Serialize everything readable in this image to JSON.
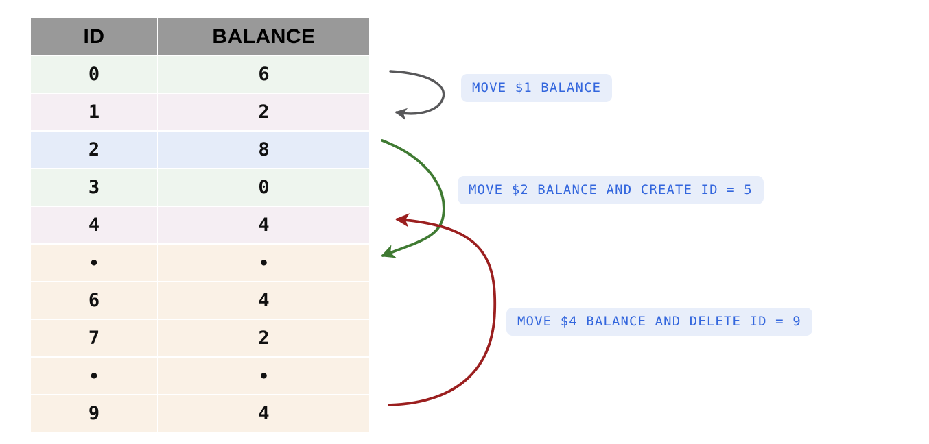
{
  "table": {
    "columns": [
      "ID",
      "BALANCE"
    ],
    "rows": [
      {
        "id": "0",
        "balance": "6",
        "tone": "tone-green"
      },
      {
        "id": "1",
        "balance": "2",
        "tone": "tone-pink"
      },
      {
        "id": "2",
        "balance": "8",
        "tone": "tone-blue"
      },
      {
        "id": "3",
        "balance": "0",
        "tone": "tone-green"
      },
      {
        "id": "4",
        "balance": "4",
        "tone": "tone-pink"
      },
      {
        "id": "•",
        "balance": "•",
        "tone": "tone-cream"
      },
      {
        "id": "6",
        "balance": "4",
        "tone": "tone-cream"
      },
      {
        "id": "7",
        "balance": "2",
        "tone": "tone-cream"
      },
      {
        "id": "•",
        "balance": "•",
        "tone": "tone-cream"
      },
      {
        "id": "9",
        "balance": "4",
        "tone": "tone-cream"
      }
    ]
  },
  "annotations": [
    {
      "key": "move_1",
      "label": "MOVE $1 BALANCE",
      "arrow_color": "#58585a"
    },
    {
      "key": "move_2",
      "label": "MOVE $2 BALANCE AND CREATE ID = 5",
      "arrow_color": "#3f7a32"
    },
    {
      "key": "move_4",
      "label": "MOVE $4 BALANCE AND DELETE ID = 9",
      "arrow_color": "#9b1f1f"
    }
  ],
  "colors": {
    "header_bg": "#999999",
    "row_green": "#eef5ee",
    "row_pink": "#f5eef3",
    "row_blue": "#e5ecf9",
    "row_cream": "#faf1e6",
    "pill_bg": "#e8eefa",
    "pill_text": "#3366dd",
    "arrow_gray": "#58585a",
    "arrow_green": "#3f7a32",
    "arrow_red": "#9b1f1f",
    "page_bg": "#ffffff"
  }
}
